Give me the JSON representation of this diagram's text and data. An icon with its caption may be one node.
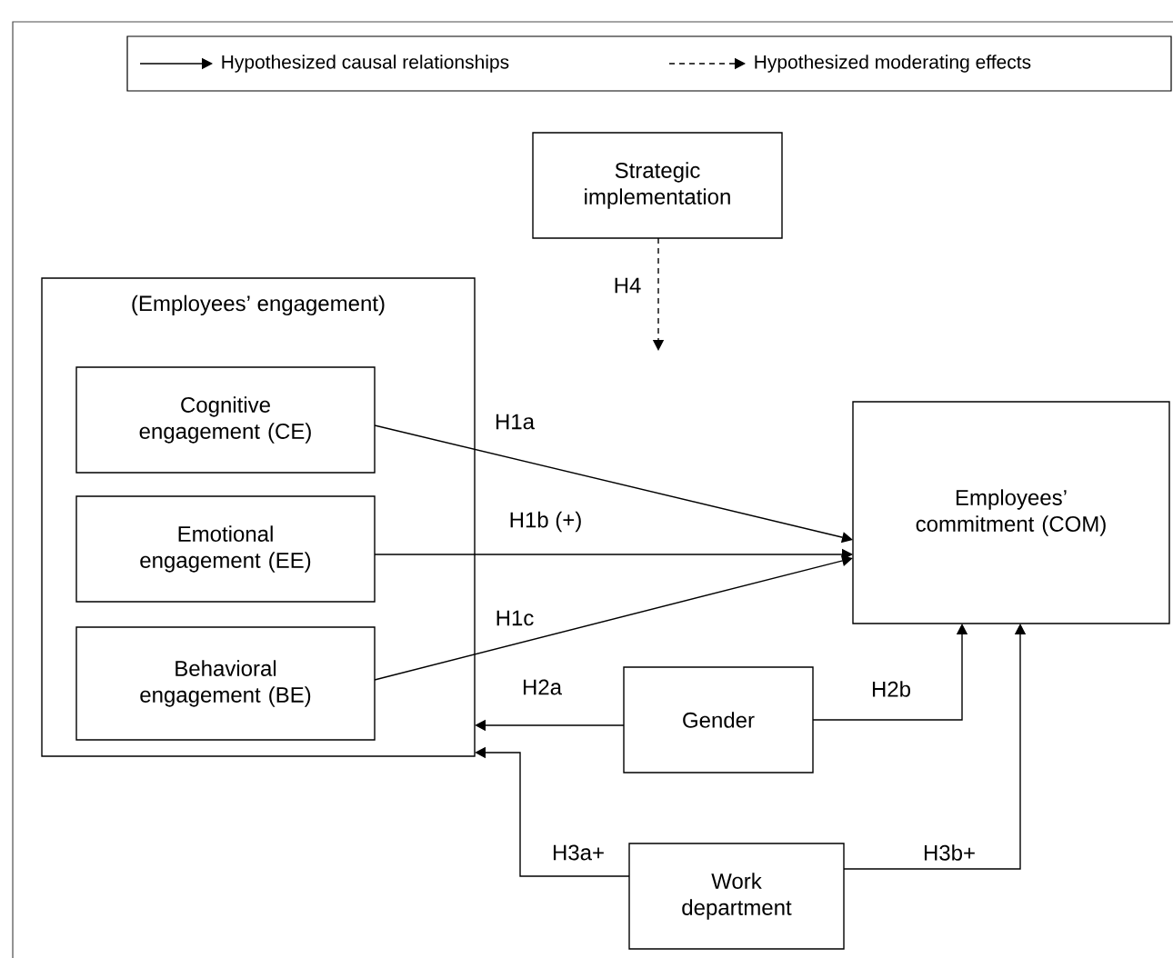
{
  "diagram": {
    "nodes": [
      {
        "text": [
          "Strategic implementation"
        ]
      },
      {
        "text": [
          "(Employees’ engagement)"
        ]
      },
      {
        "text": [
          "Cognitive engagement (CE)"
        ],
        "in": 1
      },
      {
        "text": [
          "Emotional engagement (EE)"
        ],
        "in": 1
      },
      {
        "text": [
          "Behavioral engagement (BE)"
        ],
        "in": 1
      },
      {
        "text": [
          "Employees’ commitment (COM)"
        ]
      },
      {
        "text": [
          "Gender"
        ]
      },
      {
        "text": [
          "Work department"
        ]
      }
    ],
    "edges": [
      {
        "from": 0,
        "to": null,
        "arrow": "to",
        "label": "H4",
        "style": "dashed"
      },
      {
        "from": 2,
        "to": 5,
        "arrow": "to",
        "label": "H1a"
      },
      {
        "from": 3,
        "to": 5,
        "arrow": "to",
        "label": "H1b (+)"
      },
      {
        "from": 4,
        "to": 5,
        "arrow": "to",
        "label": "H1c"
      },
      {
        "from": 6,
        "to": 1,
        "arrow": "to",
        "label": "H2a"
      },
      {
        "from": 6,
        "to": 5,
        "arrow": "to",
        "label": "H2b"
      },
      {
        "from": 7,
        "to": 1,
        "arrow": "to",
        "label": "H3a+"
      },
      {
        "from": 7,
        "to": 5,
        "arrow": "to",
        "label": "H3b+"
      }
    ],
    "legend": [
      {
        "text": "Hypothesized causal relationships"
      },
      {
        "text": "Hypothesized moderating effects"
      }
    ]
  }
}
